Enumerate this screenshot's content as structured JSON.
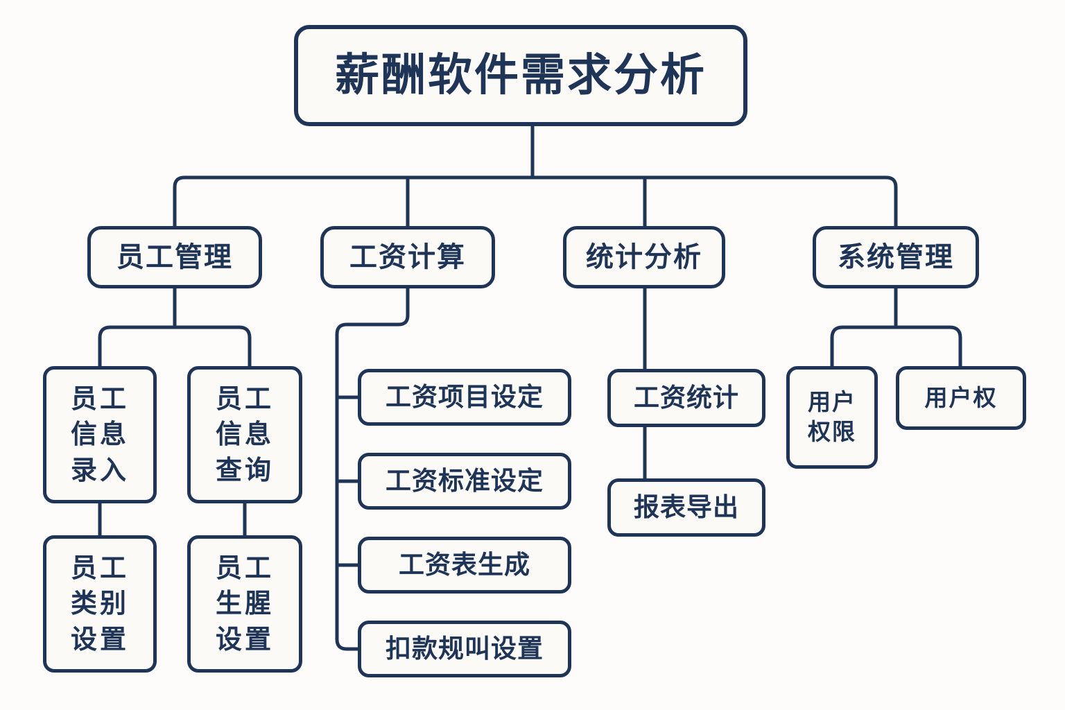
{
  "diagram": {
    "type": "org-tree",
    "title": "薪酬软件需求分析",
    "colors": {
      "background": "#fdfcfa",
      "node_fill": "#fbfaf6",
      "stroke": "#1f3558",
      "text": "#1f3558"
    },
    "root": {
      "label": "薪酬软件需求分析"
    },
    "branches": [
      {
        "label": "员工管理",
        "children": [
          {
            "label": "员工\n信息\n录入",
            "children": [
              {
                "label": "员工\n类别\n设置"
              }
            ]
          },
          {
            "label": "员工\n信息\n查询",
            "children": [
              {
                "label": "员工\n生腥\n设置"
              }
            ]
          }
        ]
      },
      {
        "label": "工资计算",
        "children": [
          {
            "label": "工资项目设定"
          },
          {
            "label": "工资标准设定"
          },
          {
            "label": "工资表生成"
          },
          {
            "label": "扣款规叫设置"
          }
        ]
      },
      {
        "label": "统计分析",
        "children": [
          {
            "label": "工资统计",
            "children": [
              {
                "label": "报表导出"
              }
            ]
          }
        ]
      },
      {
        "label": "系统管理",
        "children": [
          {
            "label": "用户\n权限"
          },
          {
            "label": "用户权"
          }
        ]
      }
    ]
  }
}
